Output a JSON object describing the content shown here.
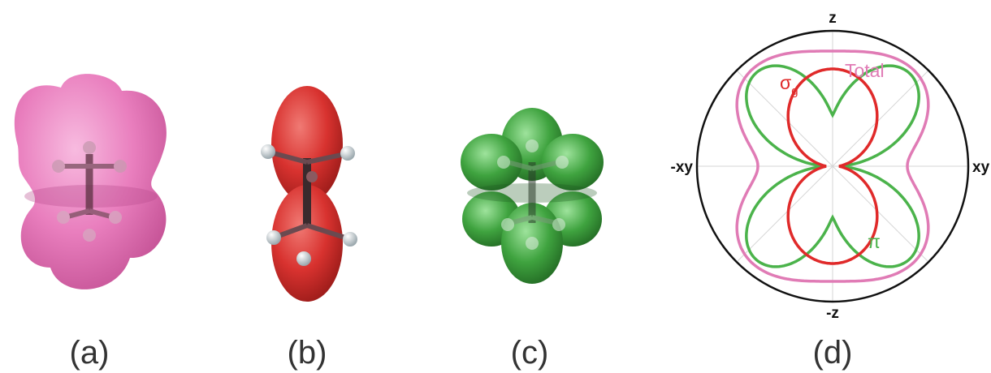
{
  "panels": {
    "a": {
      "label": "(a)"
    },
    "b": {
      "label": "(b)"
    },
    "c": {
      "label": "(c)"
    },
    "d": {
      "label": "(d)"
    }
  },
  "polar_plot": {
    "axes": {
      "top": "z",
      "bottom": "-z",
      "left": "-xy",
      "right": "xy"
    },
    "curves": {
      "total": {
        "label": "Total",
        "color": "#e07bb5"
      },
      "sigma": {
        "label": "σ",
        "subscript": "g",
        "color": "#e02a2a"
      },
      "pi": {
        "label": "π",
        "color": "#4bb34b"
      }
    }
  },
  "colors": {
    "lobe_pink": "#e773b8",
    "lobe_red": "#d8322f",
    "lobe_green": "#3fa33f",
    "carbon": "#3a2a2d",
    "hydrogen": "#e8eef0"
  }
}
